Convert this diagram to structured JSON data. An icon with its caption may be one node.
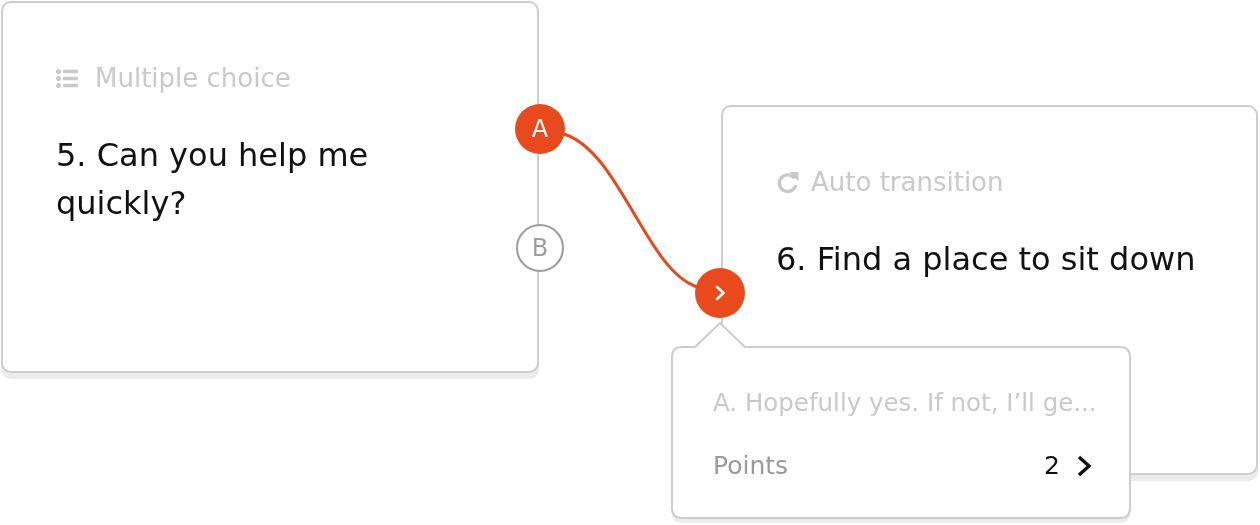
{
  "diagram": {
    "nodes": [
      {
        "text": [
          "Multiple choice",
          "5. Can you help me quickly?"
        ]
      },
      {
        "text": [
          "A"
        ]
      },
      {
        "text": [
          "B"
        ]
      },
      {
        "text": [
          "Auto transition",
          "6. Find a place to sit down"
        ]
      },
      {
        "text": [],
        "shape": "circle"
      },
      {
        "text": [
          "A. Hopefully yes. If not, I’ll ge...",
          "Points",
          "2"
        ]
      }
    ],
    "edges": [
      {
        "from": 1,
        "to": 4,
        "arrow": "none"
      }
    ]
  }
}
